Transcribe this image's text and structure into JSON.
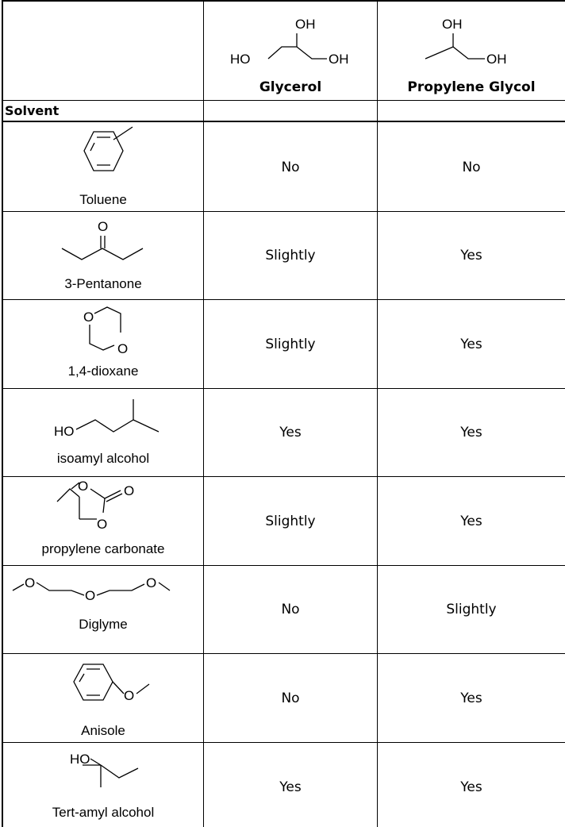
{
  "header": {
    "col1_name": "Glycerol",
    "col2_name": "Propylene Glycol",
    "solvent_label": "Solvent"
  },
  "atom_labels": {
    "OH": "OH",
    "HO": "HO",
    "O": "O"
  },
  "rows": [
    {
      "name": "Toluene",
      "icon": "toluene-structure-icon",
      "glycerol": "No",
      "propylene_glycol": "No"
    },
    {
      "name": "3-Pentanone",
      "icon": "3-pentanone-structure-icon",
      "glycerol": "Slightly",
      "propylene_glycol": "Yes"
    },
    {
      "name": "1,4-dioxane",
      "icon": "1-4-dioxane-structure-icon",
      "glycerol": "Slightly",
      "propylene_glycol": "Yes"
    },
    {
      "name": "isoamyl alcohol",
      "icon": "isoamyl-alcohol-structure-icon",
      "glycerol": "Yes",
      "propylene_glycol": "Yes"
    },
    {
      "name": "propylene carbonate",
      "icon": "propylene-carbonate-structure-icon",
      "glycerol": "Slightly",
      "propylene_glycol": "Yes"
    },
    {
      "name": "Diglyme",
      "icon": "diglyme-structure-icon",
      "glycerol": "No",
      "propylene_glycol": "Slightly"
    },
    {
      "name": "Anisole",
      "icon": "anisole-structure-icon",
      "glycerol": "No",
      "propylene_glycol": "Yes"
    },
    {
      "name": "Tert-amyl alcohol",
      "icon": "tert-amyl-alcohol-structure-icon",
      "glycerol": "Yes",
      "propylene_glycol": "Yes"
    }
  ]
}
